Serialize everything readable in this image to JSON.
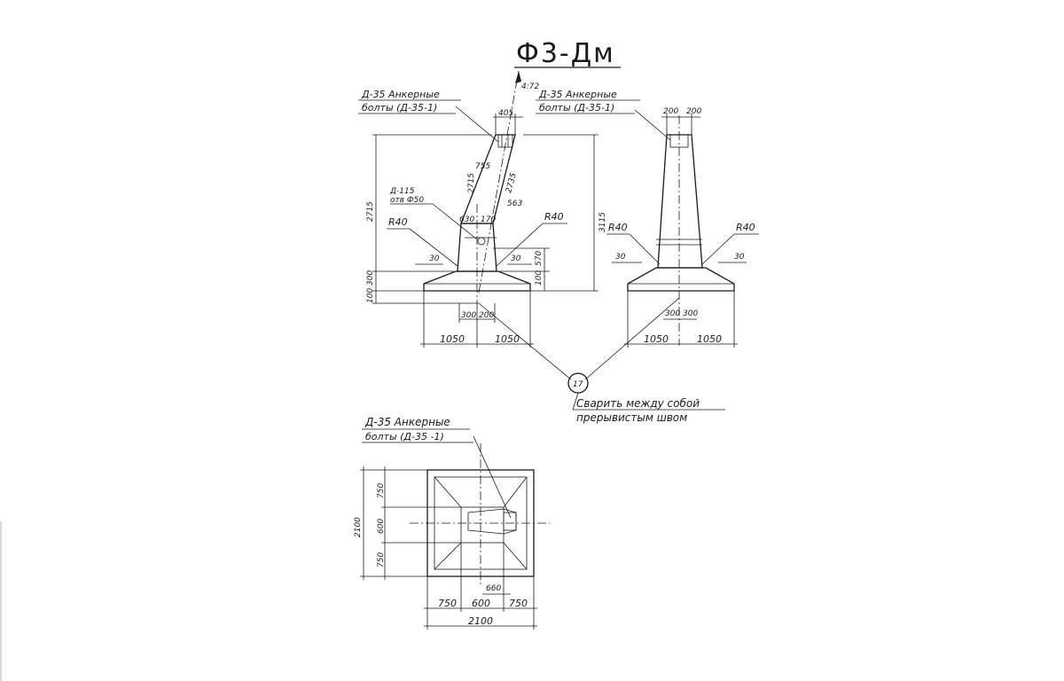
{
  "title": "Ф3-Дм",
  "callouts": {
    "front_anchor_line1": "Д-35 Анкерные",
    "front_anchor_line2": "болты (Д-35-1)",
    "side_anchor_line1": "Д-35 Анкерные",
    "side_anchor_line2": "болты (Д-35-1)",
    "plan_anchor_line1": "Д-35 Анкерные",
    "plan_anchor_line2": "болты (Д-35 -1)",
    "embedded_line1": "Д-115",
    "embedded_line2": "отв Ф50"
  },
  "weld_note": {
    "number": "17",
    "line1": "Сварить между собой",
    "line2": "прерывистым   швом"
  },
  "dimensions": {
    "front": {
      "slope": "4:72",
      "top_width": "405",
      "height_2715": "2715",
      "height_3115": "3115",
      "base_300": "300",
      "base_100": "100",
      "d755": "755",
      "d2715": "2715",
      "d2735": "2735",
      "d563": "563",
      "d630": "630",
      "d170": "170",
      "r40_left": "R40",
      "r40_right": "R40",
      "c30_left": "30",
      "c30_right": "30",
      "d570": "570",
      "d100_right": "100",
      "d300_bottom": "300",
      "d200_bottom": "200",
      "d1050_left": "1050",
      "d1050_right": "1050"
    },
    "side": {
      "top_200_left": "200",
      "top_200_right": "200",
      "r40_left": "R40",
      "r40_right": "R40",
      "c30_left": "30",
      "c30_right": "30",
      "d300_left": "300",
      "d300_right": "300",
      "d1050_left": "1050",
      "d1050_right": "1050"
    },
    "plan": {
      "d750_top": "750",
      "d600_mid": "600",
      "d750_bottom": "750",
      "d2100_left": "2100",
      "d660": "660",
      "d750_left": "750",
      "d600_bottom": "600",
      "d750_right": "750",
      "d2100_bottom": "2100"
    }
  }
}
